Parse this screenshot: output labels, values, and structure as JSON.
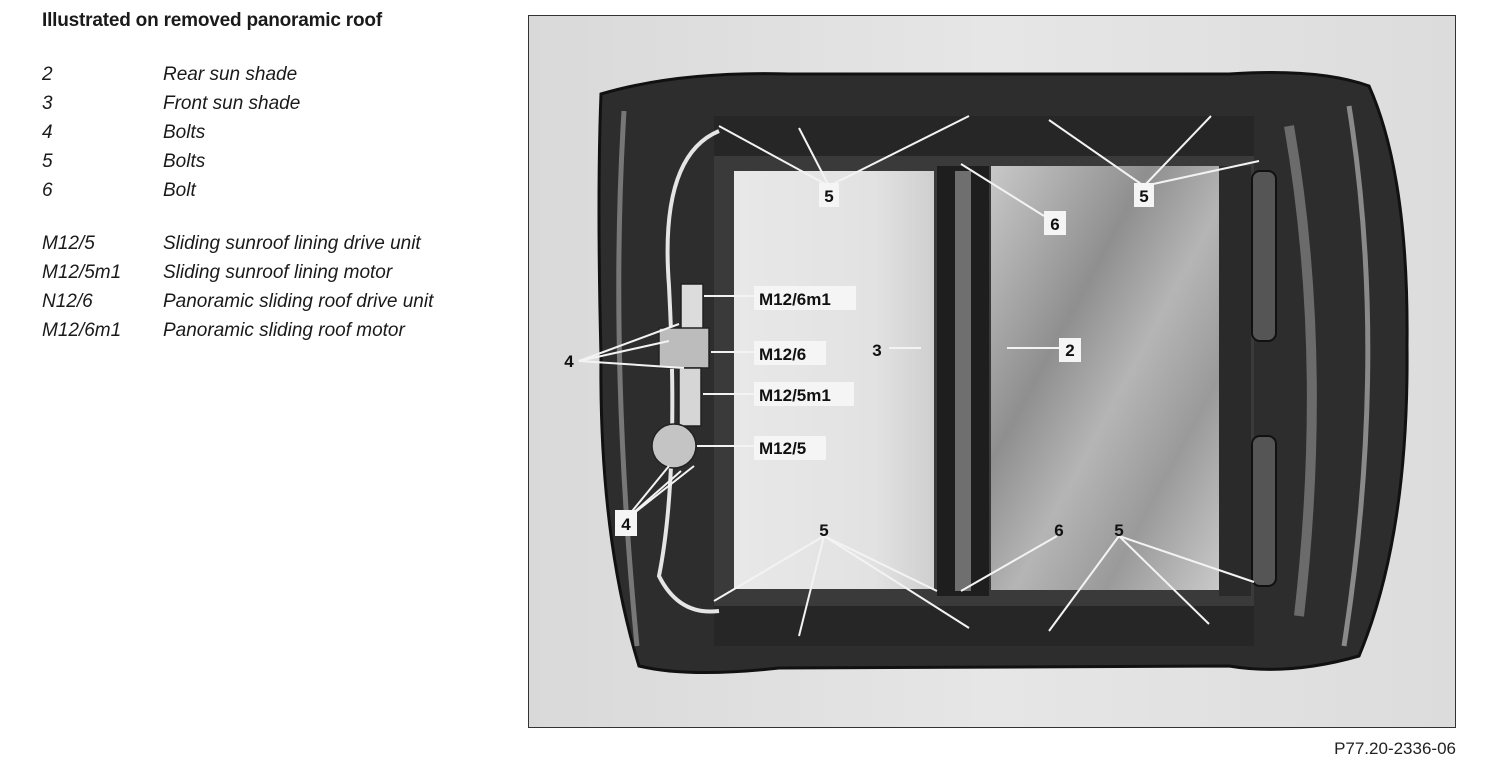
{
  "legend": {
    "title": "Illustrated on removed panoramic roof",
    "items": [
      {
        "key": "2",
        "desc": "Rear sun shade"
      },
      {
        "key": "3",
        "desc": "Front sun shade"
      },
      {
        "key": "4",
        "desc": "Bolts"
      },
      {
        "key": "5",
        "desc": "Bolts"
      },
      {
        "key": "6",
        "desc": "Bolt"
      }
    ],
    "components": [
      {
        "key": "M12/5",
        "desc": "Sliding sunroof lining drive unit"
      },
      {
        "key": "M12/5m1",
        "desc": "Sliding sunroof lining motor"
      },
      {
        "key": "N12/6",
        "desc": "Panoramic sliding roof drive unit"
      },
      {
        "key": "M12/6m1",
        "desc": "Panoramic sliding roof motor"
      }
    ]
  },
  "figure": {
    "labels": {
      "bolts5_top_left": "5",
      "bolts5_top_right": "5",
      "bolt6_top": "6",
      "motor_m12_6m1": "M12/6m1",
      "unit_m12_6": "M12/6",
      "rear_shade_3": "3",
      "rear_shade_2": "2",
      "bolts4_upper": "4",
      "motor_m12_5m1": "M12/5m1",
      "unit_m12_5": "M12/5",
      "bolts4_lower": "4",
      "bolts5_bottom_left": "5",
      "bolt6_bottom": "6",
      "bolts5_bottom_right": "5"
    },
    "reference": "P77.20-2336-06"
  }
}
